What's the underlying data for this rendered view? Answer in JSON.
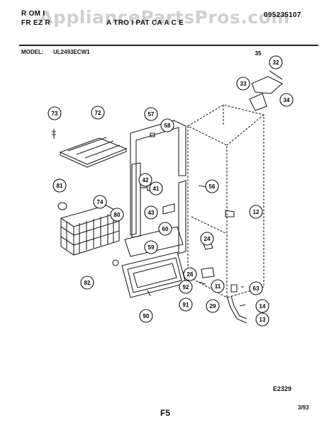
{
  "header": {
    "category_line1": "R OM I",
    "category_line2": "FR EZ R",
    "catalog_title": "A TRO I PAT CA A C E",
    "doc_number": "095235107",
    "watermark": "AppliancePartsPros.com"
  },
  "model": {
    "label": "MODEL:",
    "value": "UL2493ECW1"
  },
  "callouts": [
    "35",
    "32",
    "33",
    "34",
    "73",
    "72",
    "57",
    "58",
    "81",
    "74",
    "80",
    "42",
    "41",
    "56",
    "43",
    "12",
    "60",
    "24",
    "59",
    "82",
    "26",
    "92",
    "11",
    "63",
    "91",
    "29",
    "14",
    "90",
    "13"
  ],
  "footer": {
    "diagram_code": "E2329",
    "page": "F5",
    "date": "3/93"
  }
}
